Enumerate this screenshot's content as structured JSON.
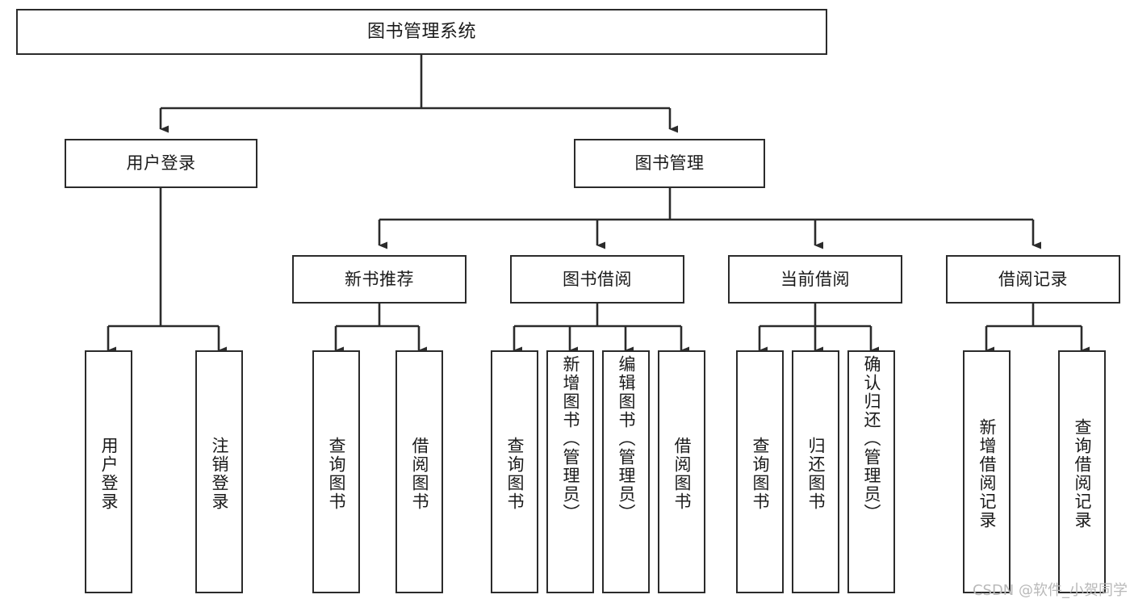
{
  "diagram": {
    "title": "图书管理系统",
    "type": "tree-hierarchy-chart",
    "watermark": "CSDN @软件_小贺同学",
    "stroke_color": "#2b2b2b",
    "fill_color": "#ffffff",
    "text_color": "#1a1a1a",
    "watermark_color": "#b9b9b9"
  },
  "nodes": {
    "root": {
      "label": "图书管理系统",
      "orientation": "horizontal"
    },
    "level2": [
      {
        "id": "user-login",
        "label": "用户登录",
        "orientation": "horizontal"
      },
      {
        "id": "book-manage",
        "label": "图书管理",
        "orientation": "horizontal"
      }
    ],
    "level3": [
      {
        "id": "new-book-recommend",
        "label": "新书推荐",
        "orientation": "horizontal"
      },
      {
        "id": "book-borrow",
        "label": "图书借阅",
        "orientation": "horizontal"
      },
      {
        "id": "current-borrow",
        "label": "当前借阅",
        "orientation": "horizontal"
      },
      {
        "id": "borrow-record",
        "label": "借阅记录",
        "orientation": "horizontal"
      }
    ],
    "leaves": [
      {
        "id": "leaf-user-login",
        "label": "用户登录",
        "orientation": "vertical",
        "group": "user-login"
      },
      {
        "id": "leaf-logout-login",
        "label": "注销登录",
        "orientation": "vertical",
        "group": "user-login"
      },
      {
        "id": "leaf-query-book-1",
        "label": "查询图书",
        "orientation": "vertical",
        "group": "new-book-recommend"
      },
      {
        "id": "leaf-borrow-book-1",
        "label": "借阅图书",
        "orientation": "vertical",
        "group": "new-book-recommend"
      },
      {
        "id": "leaf-query-book-2",
        "label": "查询图书",
        "orientation": "vertical",
        "group": "book-borrow"
      },
      {
        "id": "leaf-add-book",
        "label": "新增图书（管理员）",
        "orientation": "vertical",
        "group": "book-borrow"
      },
      {
        "id": "leaf-edit-book",
        "label": "编辑图书（管理员）",
        "orientation": "vertical",
        "group": "book-borrow"
      },
      {
        "id": "leaf-borrow-book-2",
        "label": "借阅图书",
        "orientation": "vertical",
        "group": "book-borrow"
      },
      {
        "id": "leaf-query-book-3",
        "label": "查询图书",
        "orientation": "vertical",
        "group": "current-borrow"
      },
      {
        "id": "leaf-return-book",
        "label": "归还图书",
        "orientation": "vertical",
        "group": "current-borrow"
      },
      {
        "id": "leaf-confirm-return",
        "label": "确认归还（管理员）",
        "orientation": "vertical",
        "group": "current-borrow"
      },
      {
        "id": "leaf-add-record",
        "label": "新增借阅记录",
        "orientation": "vertical",
        "group": "borrow-record"
      },
      {
        "id": "leaf-query-record",
        "label": "查询借阅记录",
        "orientation": "vertical",
        "group": "borrow-record"
      }
    ]
  }
}
